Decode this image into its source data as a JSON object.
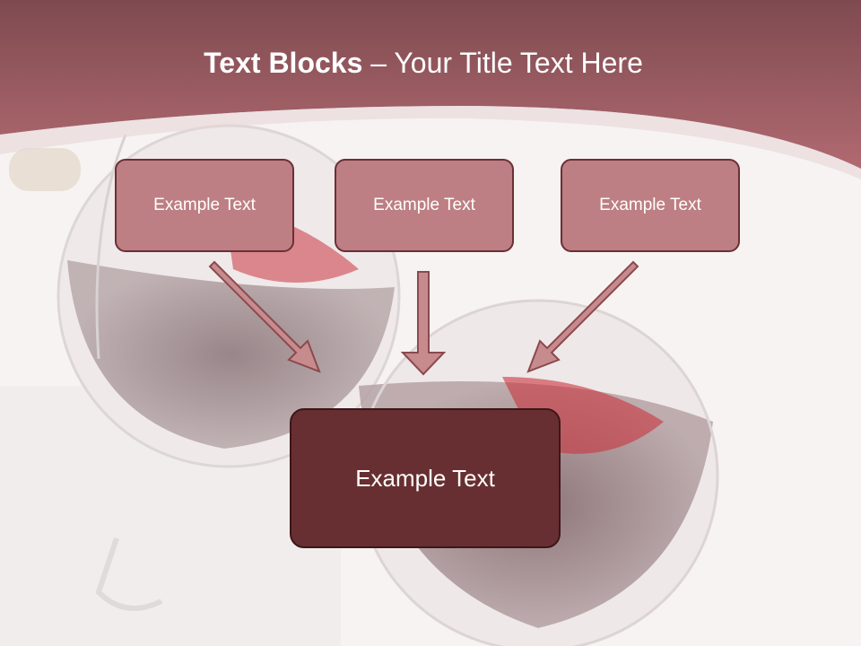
{
  "title": {
    "bold": "Text Blocks",
    "separator": " – ",
    "rest": "Your Title Text Here"
  },
  "blocks": {
    "left": "Example Text",
    "middle": "Example Text",
    "right": "Example Text",
    "main": "Example Text"
  },
  "colors": {
    "header": "#a45d63",
    "box_fill": "#bd7f83",
    "box_border": "#6b3034",
    "main_fill": "#672f31",
    "arrow_fill": "#c78b8e",
    "arrow_stroke": "#8a4a4e"
  }
}
